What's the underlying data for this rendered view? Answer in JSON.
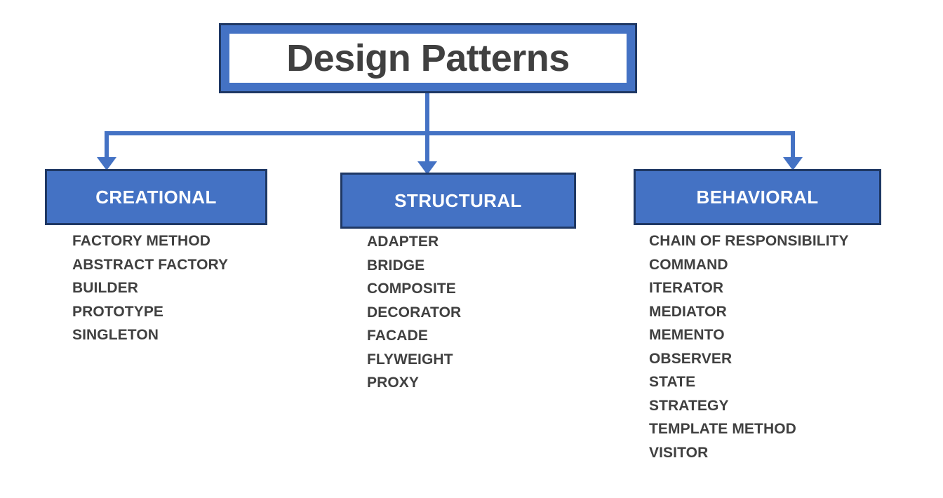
{
  "diagram": {
    "title": "Design Patterns",
    "type": "hierarchy-tree",
    "colors": {
      "accent_blue": "#4472C4",
      "border_navy": "#1F3864",
      "text_gray": "#404040",
      "text_white": "#FFFFFF",
      "background": "#FFFFFF"
    },
    "categories": [
      {
        "id": "creational",
        "label": "CREATIONAL",
        "patterns": [
          "FACTORY METHOD",
          "ABSTRACT FACTORY",
          "BUILDER",
          "PROTOTYPE",
          "SINGLETON"
        ]
      },
      {
        "id": "structural",
        "label": "STRUCTURAL",
        "patterns": [
          "ADAPTER",
          "BRIDGE",
          "COMPOSITE",
          "DECORATOR",
          "FACADE",
          "FLYWEIGHT",
          "PROXY"
        ]
      },
      {
        "id": "behavioral",
        "label": "BEHAVIORAL",
        "patterns": [
          "CHAIN OF RESPONSIBILITY",
          "COMMAND",
          "ITERATOR",
          "MEDIATOR",
          "MEMENTO",
          "OBSERVER",
          "STATE",
          "STRATEGY",
          "TEMPLATE METHOD",
          "VISITOR"
        ]
      }
    ]
  }
}
